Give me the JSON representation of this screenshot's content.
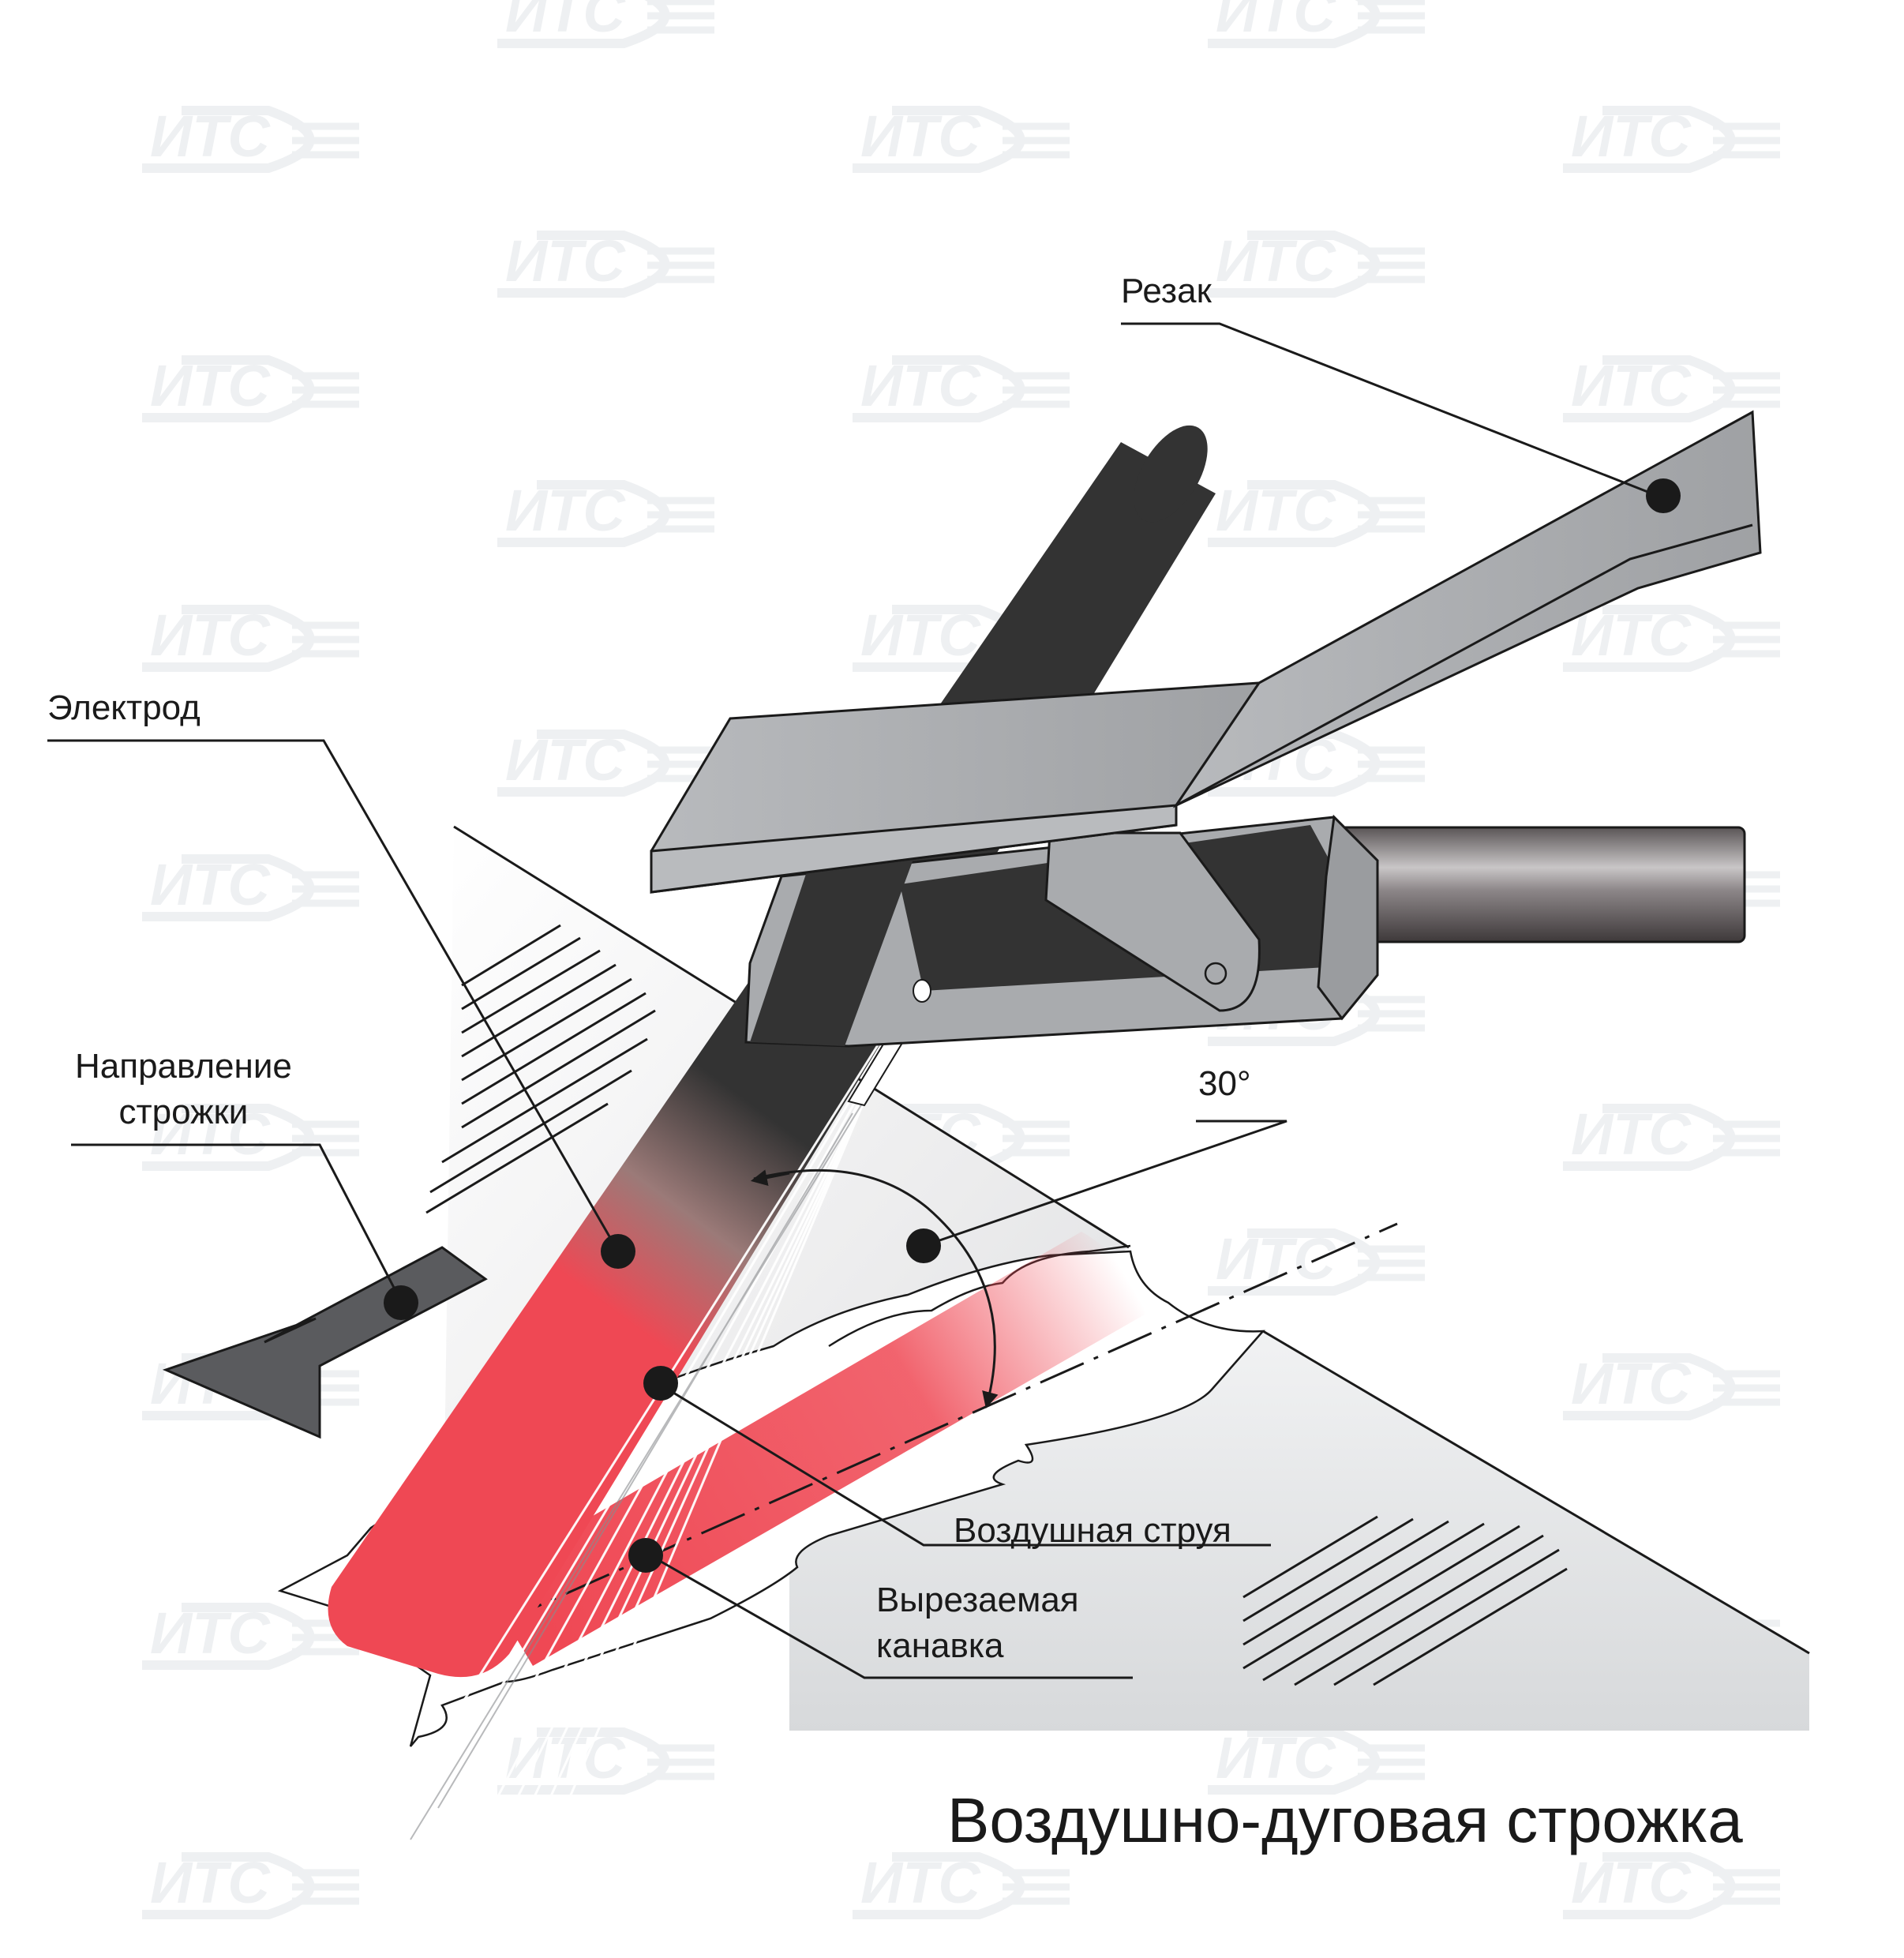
{
  "title": "Воздушно-дуговая строжка",
  "watermark": {
    "text": "ИТС",
    "color": "#eef0f2"
  },
  "labels": {
    "cutter": "Резак",
    "electrode": "Электрод",
    "direction_line1": "Направление",
    "direction_line2": "строжки",
    "angle": "30°",
    "air_jet": "Воздушная струя",
    "groove_line1": "Вырезаемая",
    "groove_line2": "канавка"
  },
  "colors": {
    "electrode_body": "#333333",
    "electrode_hot": "#ef4854",
    "holder": "#a9abae",
    "plate": "#e6e7e8",
    "groove_hot": "#ef4854",
    "text": "#1a1a1a",
    "marker": "#1a1a1a"
  }
}
